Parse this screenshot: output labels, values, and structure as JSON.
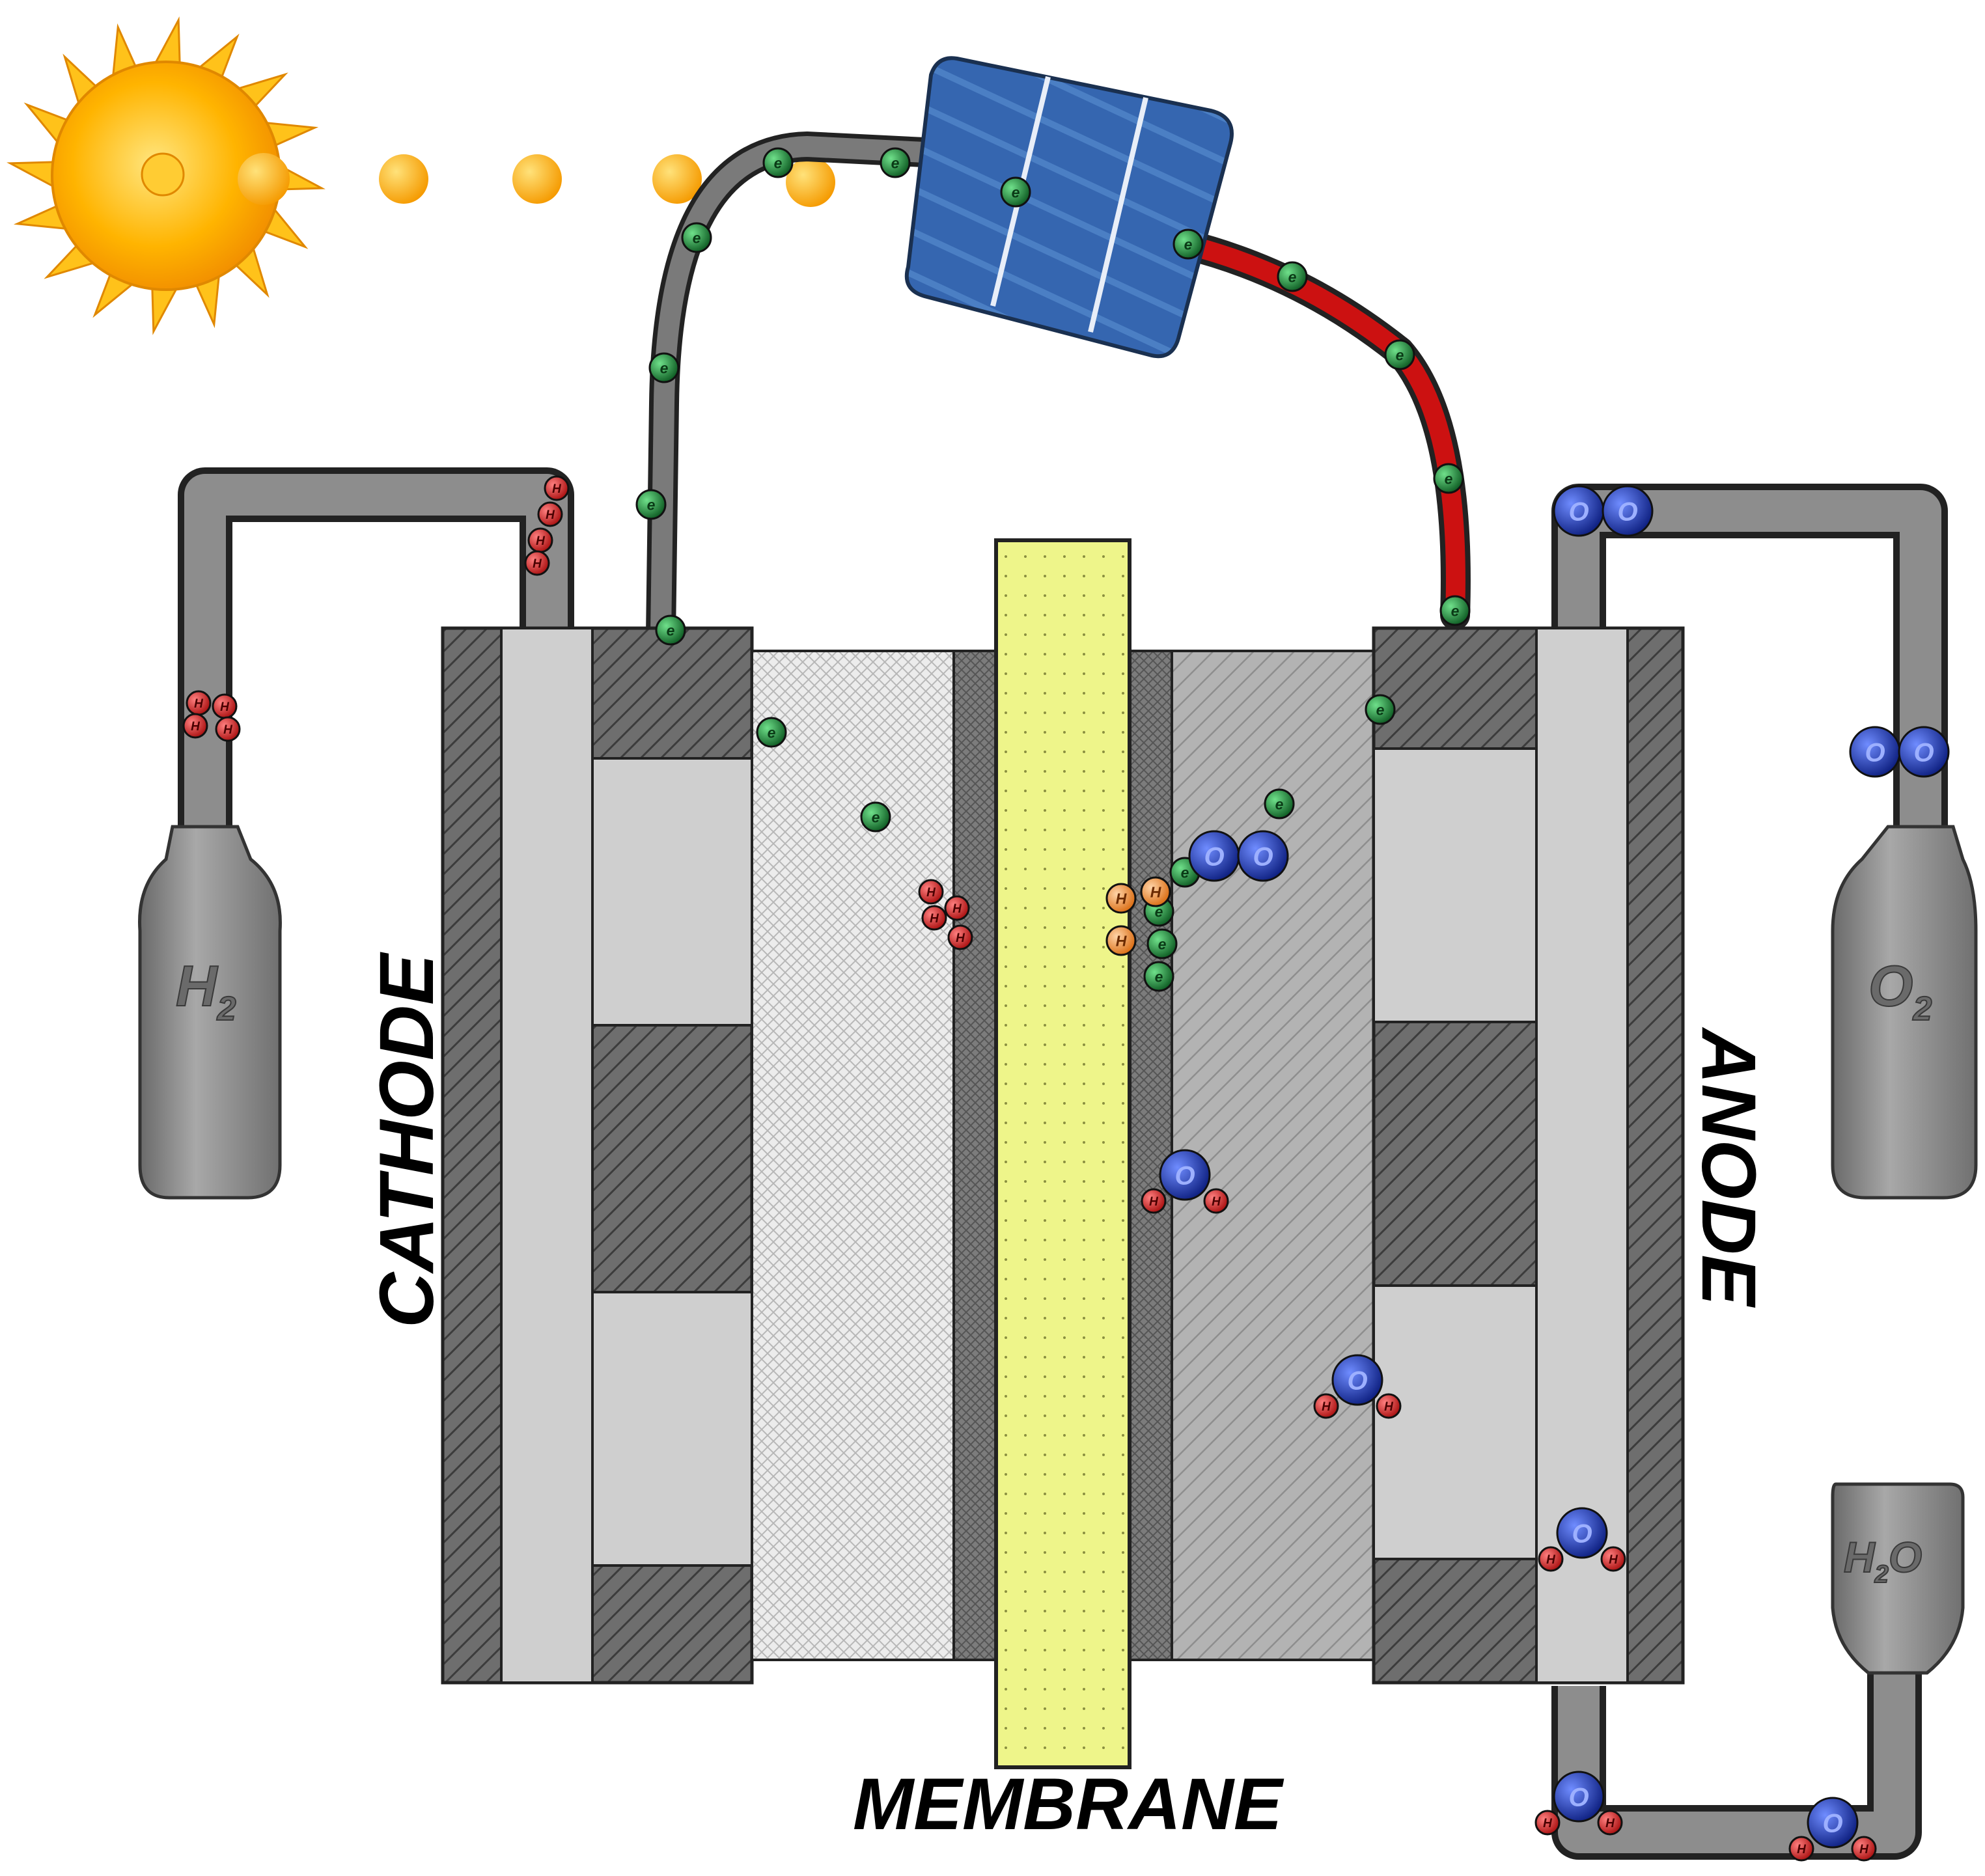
{
  "labels": {
    "cathode": "CATHODE",
    "anode": "ANODE",
    "membrane": "MEMBRANE"
  },
  "tanks": {
    "hydrogen": {
      "symbol": "H",
      "subscript": "2"
    },
    "oxygen": {
      "symbol": "O",
      "subscript": "2"
    },
    "water": {
      "symbol_h": "H",
      "subscript": "2",
      "symbol_o": "O"
    }
  },
  "particles": {
    "electron": "e",
    "hydrogen": "H",
    "oxygen": "O",
    "proton": "H"
  },
  "colors": {
    "electron": "#1f8a3a",
    "hydrogen": "#d42a2a",
    "oxygen": "#1e3aa8",
    "proton": "#f09a4a",
    "membrane": "#eef58a",
    "wire_positive": "#cc1111",
    "wire": "#555555",
    "sun": "#ffb400",
    "solar_panel": "#2f5fa8"
  }
}
